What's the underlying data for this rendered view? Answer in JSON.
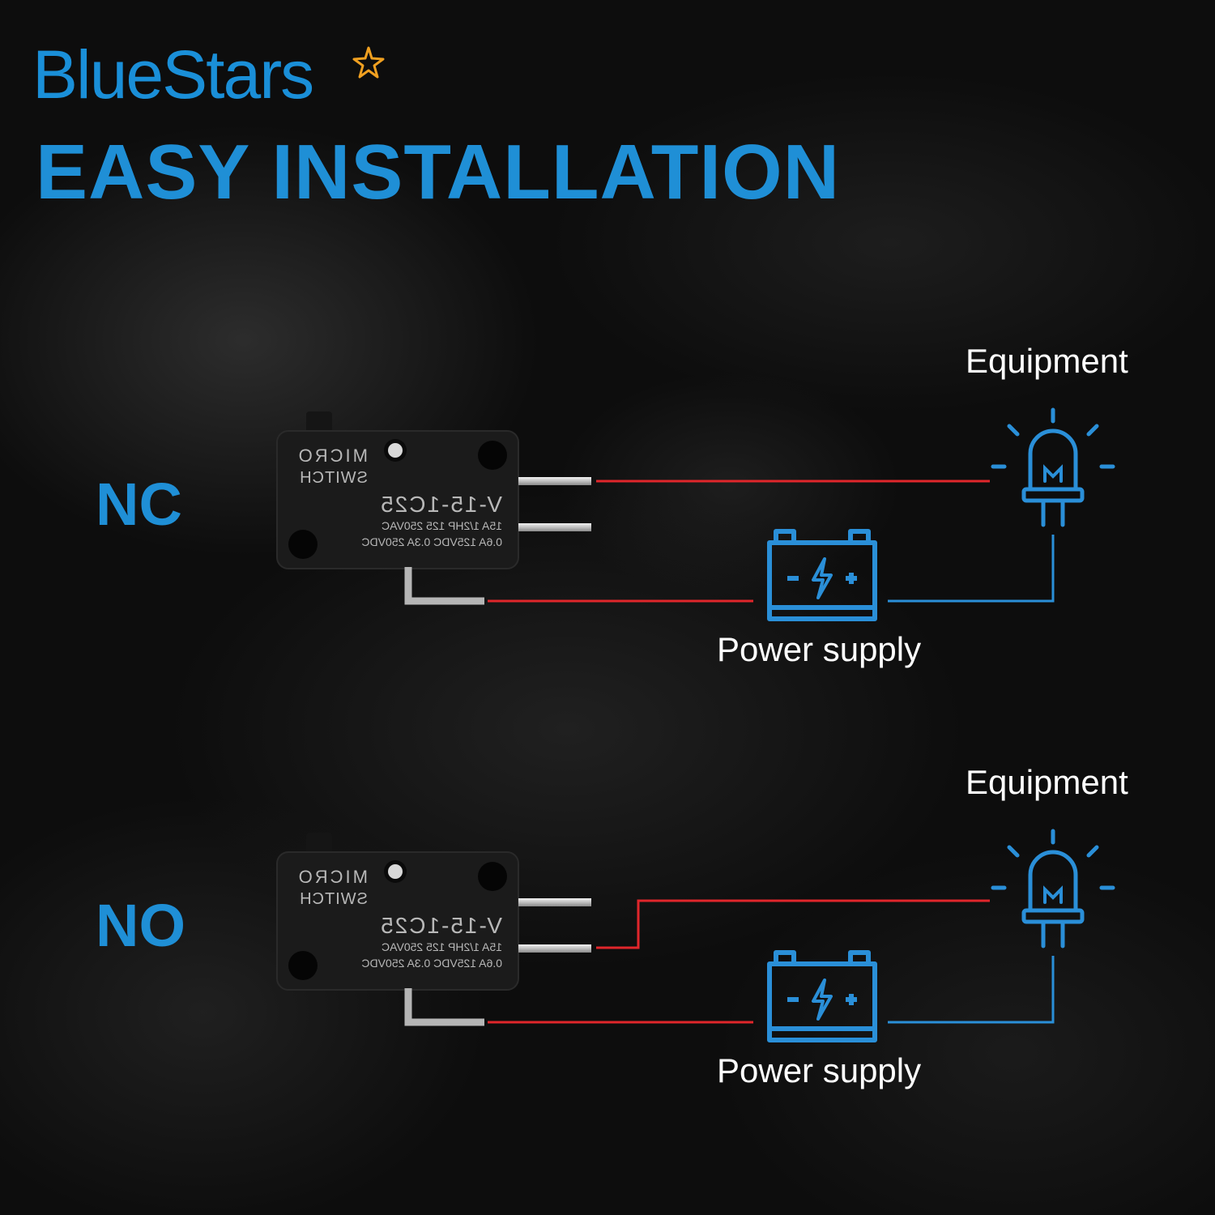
{
  "brand": {
    "name": "BlueStars",
    "accent_color": "#1f8fd6",
    "star_color": "#f0a020"
  },
  "headline": "EASY INSTALLATION",
  "diagrams": [
    {
      "mode": "NC",
      "equipment_label": "Equipment",
      "power_label": "Power supply",
      "switch": {
        "line1": "MICRO",
        "line2": "SWITCH",
        "model": "V-15-1C25",
        "spec1": "15A 1/2HP 125 250VAC",
        "spec2": "0.6A 125VDC 0.3A 250VDC"
      }
    },
    {
      "mode": "NO",
      "equipment_label": "Equipment",
      "power_label": "Power supply",
      "switch": {
        "line1": "MICRO",
        "line2": "SWITCH",
        "model": "V-15-1C25",
        "spec1": "15A 1/2HP 125 250VAC",
        "spec2": "0.6A 125VDC 0.3A 250VDC"
      }
    }
  ],
  "wire_colors": {
    "switch_side": "#e0262b",
    "power_side": "#2a8fd8"
  }
}
